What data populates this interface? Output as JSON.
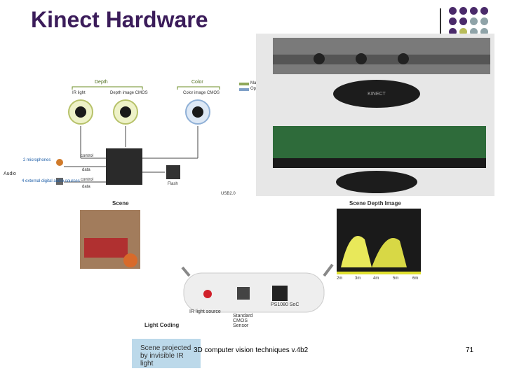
{
  "slide": {
    "title": "Kinect Hardware",
    "footer": "3D computer vision techniques v.4b2",
    "page_number": "71"
  },
  "colors": {
    "title": "#3b1c5a",
    "dot_purple": "#4a2a6a",
    "dot_gray": "#8fa3a8",
    "dot_olive": "#b8bc5a"
  },
  "block_diagram": {
    "depth": "Depth",
    "color": "Color",
    "ir_light": "IR light",
    "depth_cmos": "Depth image CMOS",
    "color_cmos": "Color image CMOS",
    "mandatory": "Mandatory",
    "optional": "Optional",
    "audio": "Audio",
    "microphones": "2 microphones",
    "ext_audio": "4 external digital audio sources",
    "control": "control",
    "data": "data",
    "flash": "Flash",
    "usb": "USB2.0"
  },
  "device_photo": {
    "brand": "KINECT"
  },
  "lower_diagram": {
    "scene": "Scene",
    "scene_depth": "Scene Depth Image",
    "ticks": [
      "2m",
      "3m",
      "4m",
      "5m",
      "6m"
    ],
    "ir_source": "IR light source",
    "cmos_sensor": "Standard CMOS Sensor",
    "soc": "PS1080 SoC",
    "light_coding": "Light Coding",
    "scene_projected": "Scene projected by invisible IR light"
  }
}
